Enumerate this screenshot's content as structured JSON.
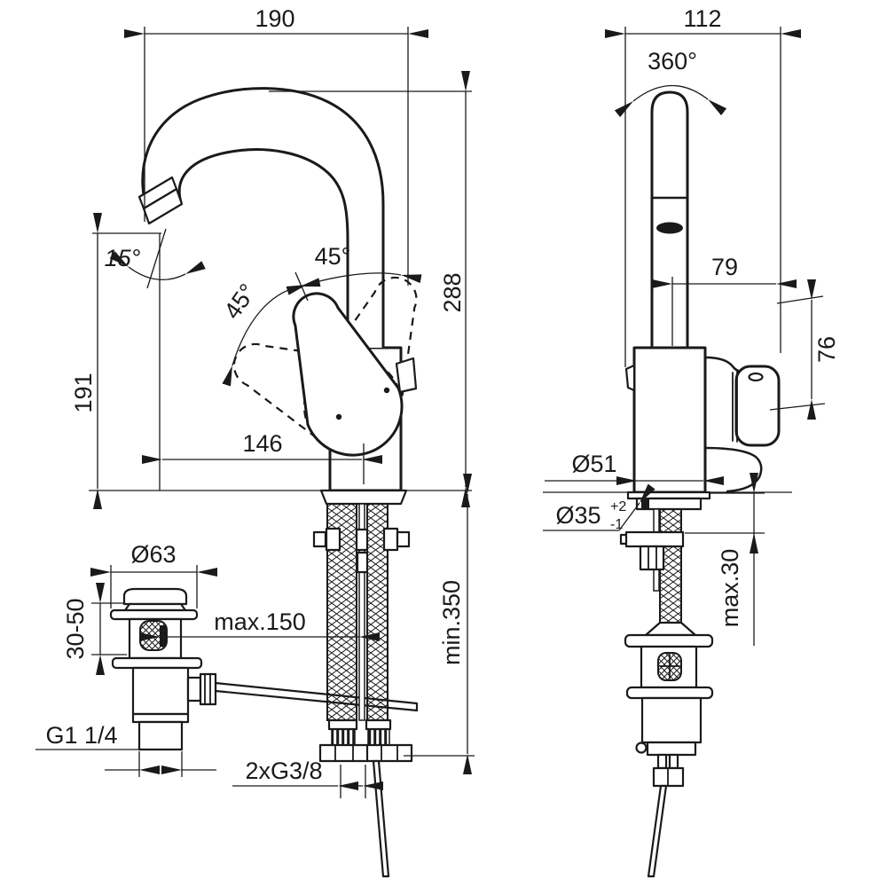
{
  "drawing": {
    "subject": "Single-lever basin mixer tap with pop-up waste — dimensional drawing, front and side views",
    "units": "mm",
    "line_color": "#1a1a1a",
    "background_color": "#ffffff"
  },
  "front": {
    "spout_width": "190",
    "total_height": "288",
    "spout_height": "191",
    "spout_reach": "146",
    "spout_tilt": "15°",
    "handle_swing_left": "45°",
    "handle_swing_right": "45°",
    "pullrod_distance": "max.150",
    "hose_length": "min.350",
    "hose_thread": "2xG3/8",
    "waste_diameter": "Ø63",
    "waste_deck_range": "30-50",
    "waste_thread": "G1 1/4"
  },
  "side": {
    "body_width": "112",
    "spout_swivel": "360°",
    "handle_offset": "79",
    "handle_height": "76",
    "base_diameter": "Ø51",
    "hole_diameter": "Ø35",
    "hole_tol_plus": "+2",
    "hole_tol_minus": "-1",
    "deck_thickness_max": "max.30"
  }
}
